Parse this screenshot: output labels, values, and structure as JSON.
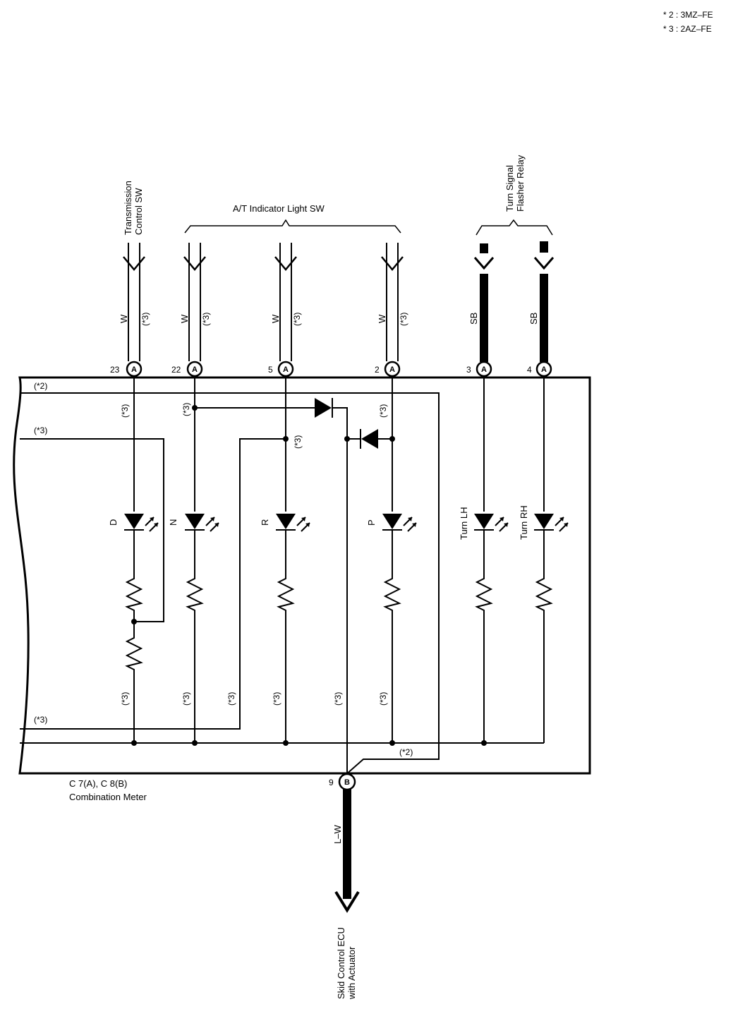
{
  "notes": [
    "* 2 : 3MZ–FE",
    "* 3 : 2AZ–FE"
  ],
  "sources": {
    "transmission_sw": [
      "Transmission",
      "Control SW"
    ],
    "at_indicator": "A/T Indicator Light SW",
    "turn_signal": [
      "Turn Signal",
      "Flasher Relay"
    ]
  },
  "wires": [
    {
      "color": "W",
      "note": "(*3)",
      "pin": "23",
      "connector": "A"
    },
    {
      "color": "W",
      "note": "(*3)",
      "pin": "22",
      "connector": "A"
    },
    {
      "color": "W",
      "note": "(*3)",
      "pin": "5",
      "connector": "A"
    },
    {
      "color": "W",
      "note": "(*3)",
      "pin": "2",
      "connector": "A"
    },
    {
      "color": "SB",
      "note": "",
      "pin": "3",
      "connector": "A"
    },
    {
      "color": "SB",
      "note": "",
      "pin": "4",
      "connector": "A"
    }
  ],
  "indicators": [
    "D",
    "N",
    "R",
    "P",
    "Turn LH",
    "Turn RH"
  ],
  "internal_notes": {
    "top_star2": "(*2)",
    "left_star3_upper": "(*3)",
    "left_star3_lower": "(*3)",
    "bottom_star2": "(*2)",
    "star3": "(*3)"
  },
  "meter": {
    "name_line1": "C 7(A), C 8(B)",
    "name_line2": "Combination Meter",
    "output_pin": "9",
    "output_connector": "B",
    "output_wire": "L–W"
  },
  "destination": [
    "Skid Control ECU",
    "with Actuator"
  ]
}
